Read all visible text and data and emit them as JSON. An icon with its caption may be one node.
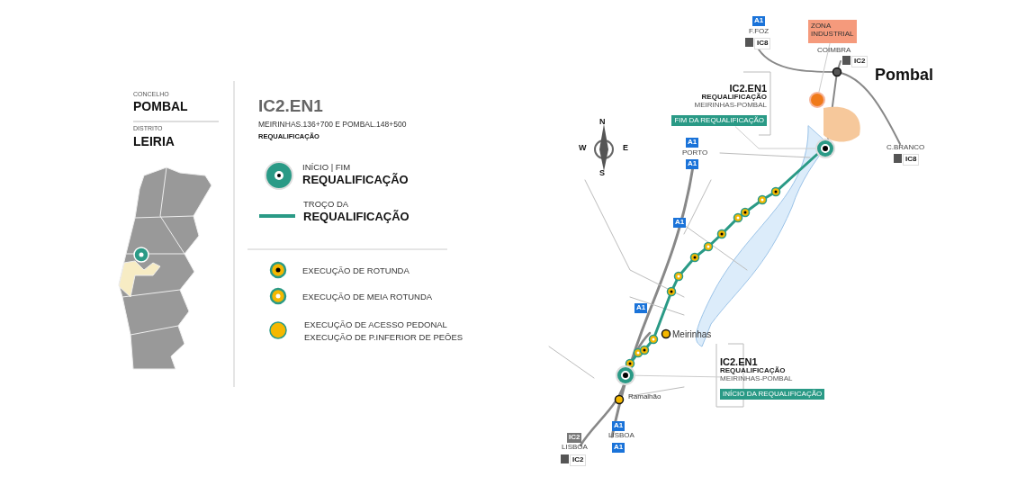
{
  "diagram": {
    "nodes": [
      {
        "text": [
          "IC2.EN1",
          "REQUALIFICAÇÃO",
          "MEIRINHAS-POMBAL",
          "FIM DA REQUALIFICAÇÃO"
        ]
      },
      {
        "text": [],
        "shape": "circle"
      },
      {
        "text": [
          "IC2.EN1",
          "REQUALIFICAÇÃO",
          "MEIRINHAS-POMBAL",
          "INÍCIO DA REQUALIFICAÇÃO"
        ]
      },
      {
        "text": [],
        "shape": "circle"
      },
      {
        "text": [
          "ZONA INDUSTRIAL"
        ]
      },
      {
        "text": [],
        "shape": "circle"
      }
    ],
    "edges": [
      {
        "from": 0,
        "to": 1,
        "arrow": "none"
      },
      {
        "from": 2,
        "to": 3,
        "arrow": "none"
      },
      {
        "from": 4,
        "to": 5,
        "arrow": "none"
      }
    ],
    "labels": [
      "CONCELHO",
      "POMBAL",
      "DISTRITO",
      "LEIRIA",
      "IC2.EN1",
      "MEIRINHAS.136+700 E POMBAL.148+500",
      "REQUALIFICAÇÃO",
      "N",
      "W",
      "E",
      "S",
      "A1",
      "F.FOZ",
      "IC8",
      "COIMBRA",
      "IC2",
      "Pombal",
      "C.BRANCO",
      "IC8",
      "A1",
      "PORTO",
      "A1",
      "A1",
      "A1",
      "Meirinhas",
      "Ramalhão",
      "A1",
      "LISBOA",
      "A1",
      "IC2",
      "LISBOA",
      "IC2"
    ],
    "legend": [
      {
        "text": "INÍCIO | FIM **REQUALIFICAÇÃO**"
      },
      {
        "text": "TROÇO DA **REQUALIFICAÇÃO**"
      },
      {
        "text": "EXECUÇÃO DE ROTUNDA"
      },
      {
        "text": "EXECUÇÃO DE MEIA ROTUNDA"
      },
      {
        "text": "EXECUÇÃO DE ACESSO PEDONAL"
      },
      {
        "text": "EXECUÇÃO DE P.INFERIOR DE PEÕES"
      }
    ]
  }
}
